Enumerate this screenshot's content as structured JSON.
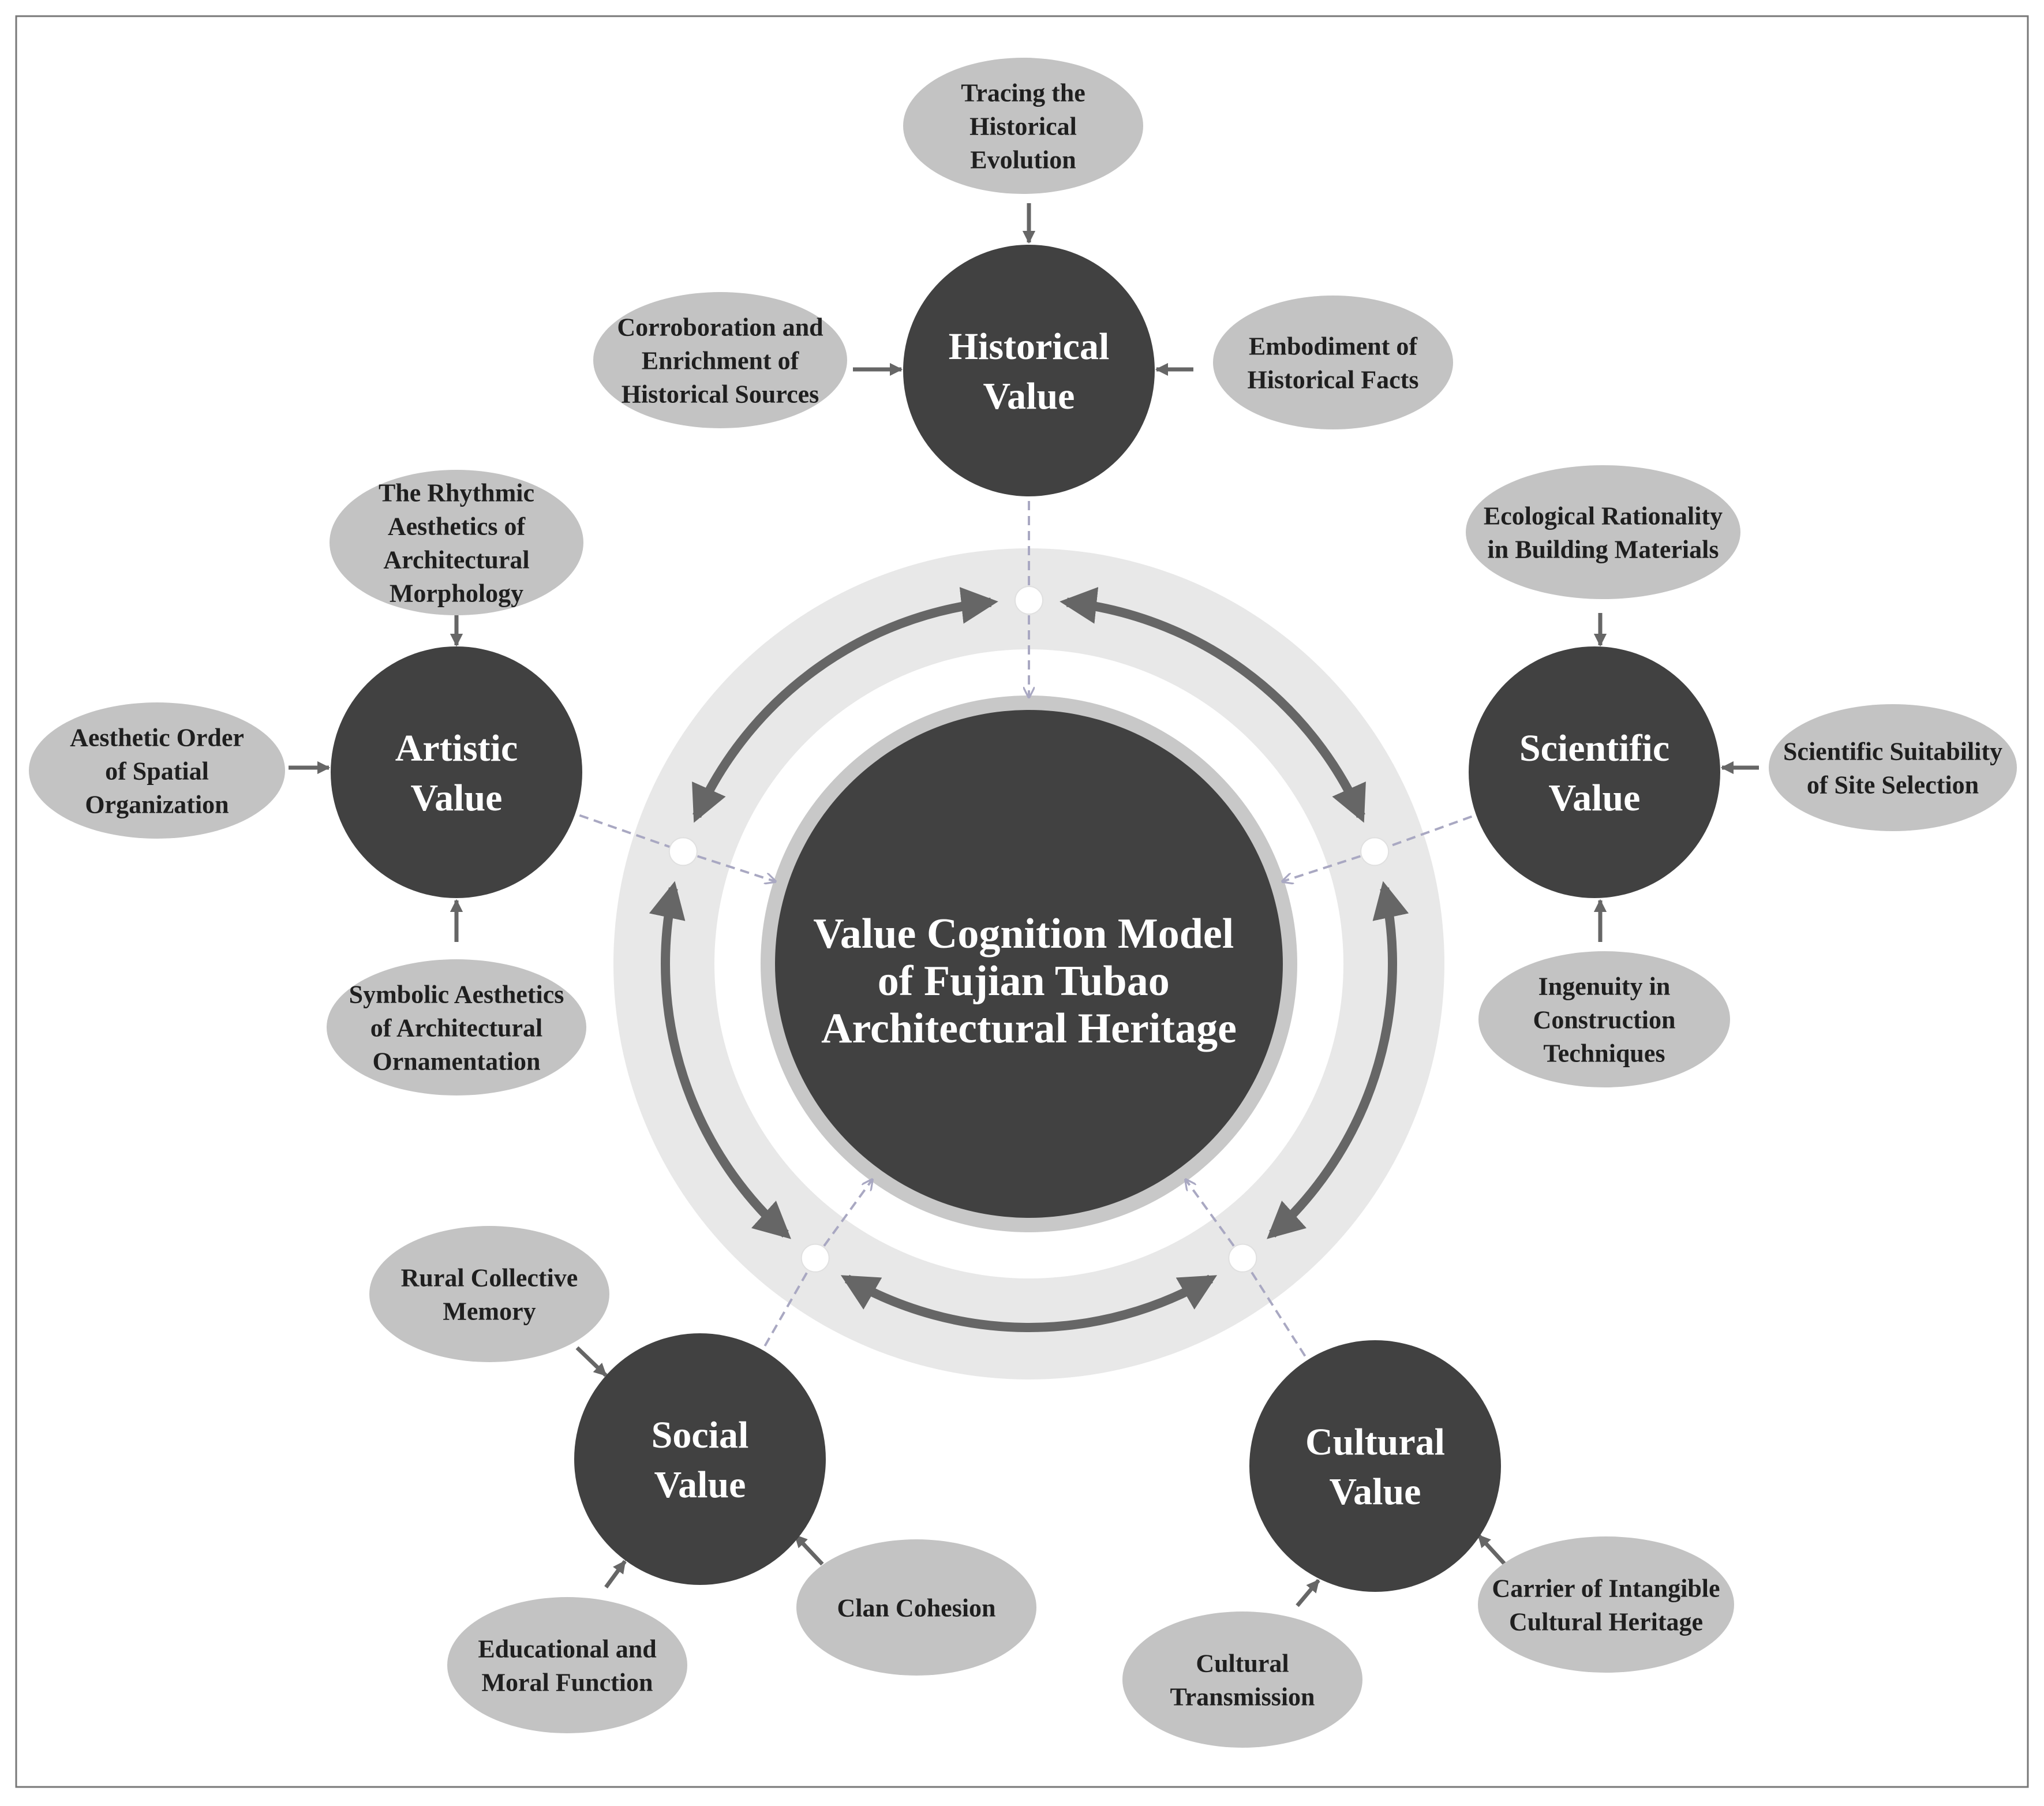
{
  "center": {
    "lines": [
      "Value Cognition Model",
      "of Fujian Tubao",
      "Architectural Heritage"
    ]
  },
  "nodes": [
    {
      "id": "historical",
      "lines": [
        "Historical",
        "Value"
      ],
      "children": [
        {
          "id": "tracing",
          "lines": [
            "Tracing the",
            "Historical",
            "Evolution"
          ]
        },
        {
          "id": "corroboration",
          "lines": [
            "Corroboration and",
            "Enrichment of",
            "Historical Sources"
          ]
        },
        {
          "id": "embodiment",
          "lines": [
            "Embodiment of",
            "Historical Facts"
          ]
        }
      ]
    },
    {
      "id": "scientific",
      "lines": [
        "Scientific",
        "Value"
      ],
      "children": [
        {
          "id": "ecological",
          "lines": [
            "Ecological Rationality",
            "in Building Materials"
          ]
        },
        {
          "id": "suitability",
          "lines": [
            "Scientific Suitability",
            "of Site Selection"
          ]
        },
        {
          "id": "ingenuity",
          "lines": [
            "Ingenuity in",
            "Construction",
            "Techniques"
          ]
        }
      ]
    },
    {
      "id": "cultural",
      "lines": [
        "Cultural",
        "Value"
      ],
      "children": [
        {
          "id": "carrier",
          "lines": [
            "Carrier of Intangible",
            "Cultural Heritage"
          ]
        },
        {
          "id": "transmission",
          "lines": [
            "Cultural",
            "Transmission"
          ]
        }
      ]
    },
    {
      "id": "social",
      "lines": [
        "Social",
        "Value"
      ],
      "children": [
        {
          "id": "rural",
          "lines": [
            "Rural Collective",
            "Memory"
          ]
        },
        {
          "id": "educational",
          "lines": [
            "Educational and",
            "Moral Function"
          ]
        },
        {
          "id": "clan",
          "lines": [
            "Clan Cohesion"
          ]
        }
      ]
    },
    {
      "id": "artistic",
      "lines": [
        "Artistic",
        "Value"
      ],
      "children": [
        {
          "id": "rhythmic",
          "lines": [
            "The Rhythmic",
            "Aesthetics of",
            "Architectural",
            "Morphology"
          ]
        },
        {
          "id": "aesthetic-order",
          "lines": [
            "Aesthetic Order",
            "of Spatial",
            "Organization"
          ]
        },
        {
          "id": "symbolic",
          "lines": [
            "Symbolic Aesthetics",
            "of Architectural",
            "Ornamentation"
          ]
        }
      ]
    }
  ],
  "colors": {
    "dark_circle": "#414141",
    "ellipse": "#c3c3c3",
    "ring_outer": "#e8e8e8",
    "ring_inner": "#c8c8c8",
    "arrow": "#666666",
    "dashed": "#a9a8c2",
    "frame": "#777777"
  }
}
